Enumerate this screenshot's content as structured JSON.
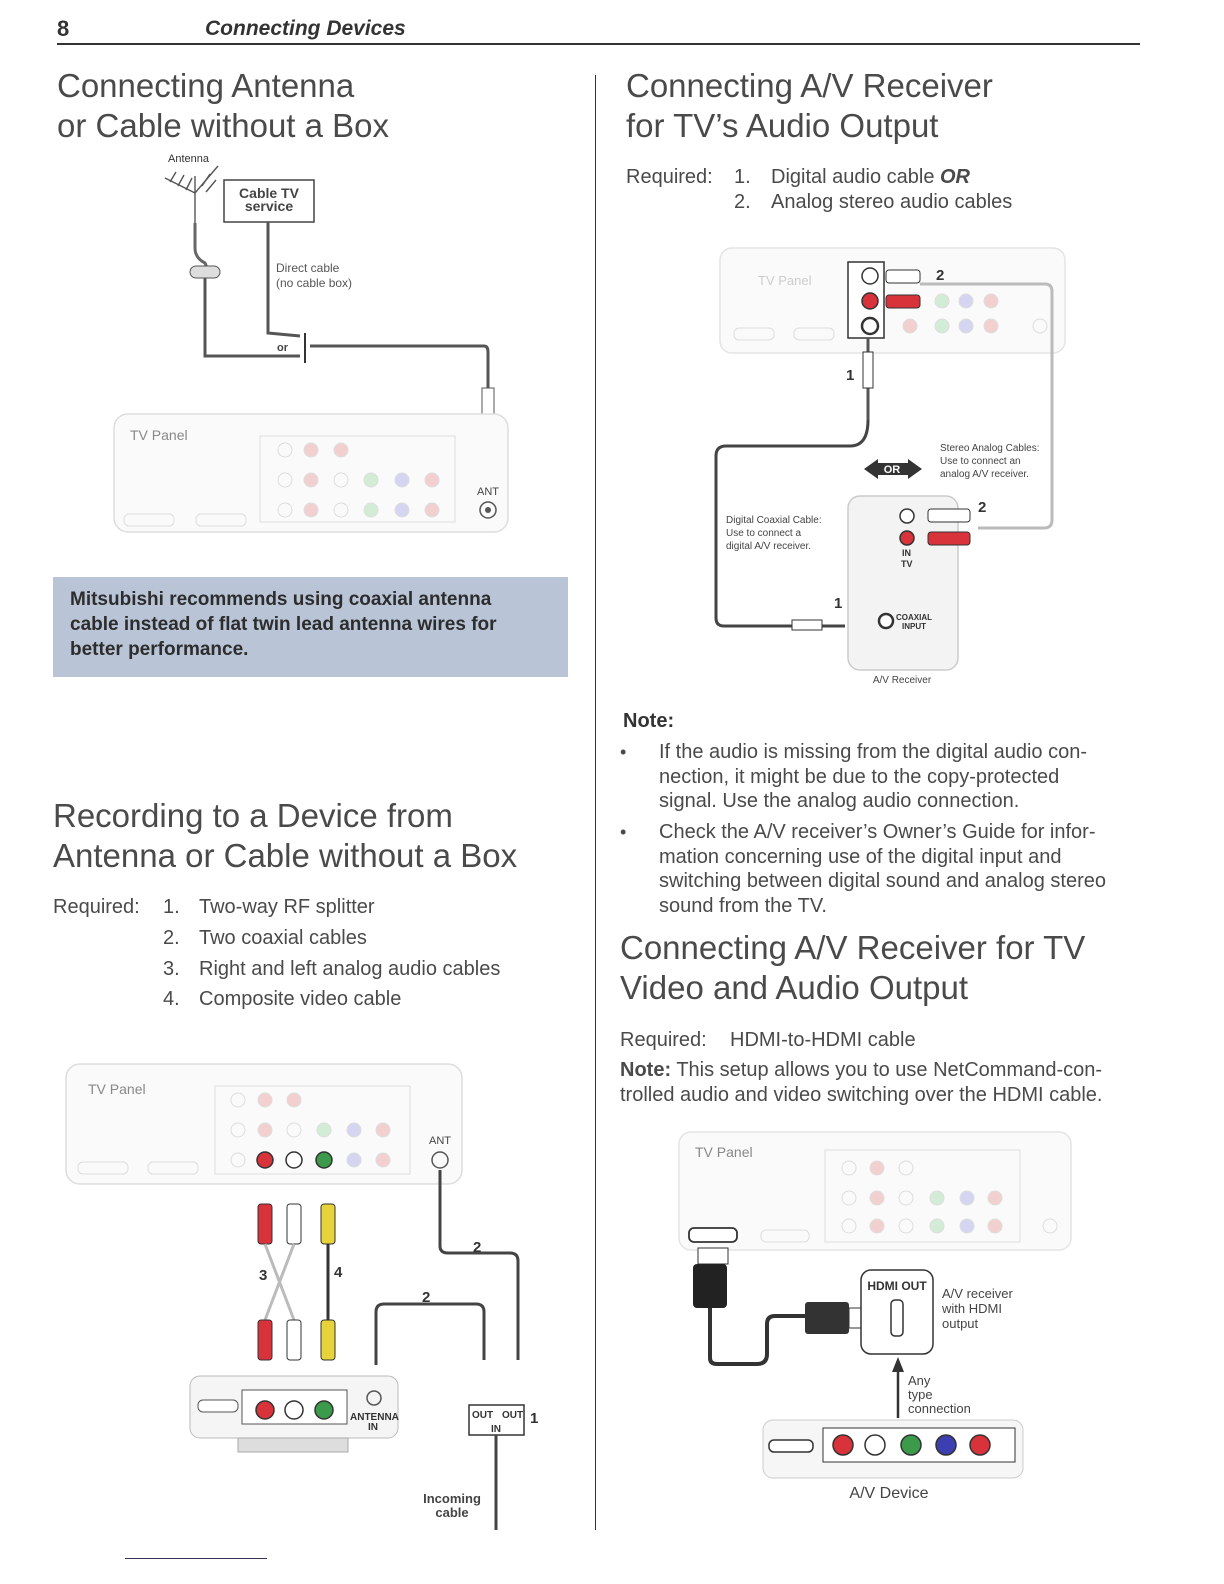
{
  "header": {
    "page_number": "8",
    "section_title": "Connecting Devices"
  },
  "antenna_section": {
    "title_line1": "Connecting Antenna",
    "title_line2": "or Cable without a Box",
    "diagram": {
      "antenna_label": "Antenna",
      "cable_service_line1": "Cable TV",
      "cable_service_line2": "service",
      "direct_cable_line1": "Direct cable",
      "direct_cable_line2": "(no cable box)",
      "or_label": "or",
      "tv_panel_label": "TV Panel",
      "ant_label": "ANT"
    },
    "recommendation": [
      "Mitsubishi recommends using coaxial antenna",
      "cable instead of flat twin lead antenna wires for",
      "better performance."
    ]
  },
  "recording_section": {
    "title_line1": "Recording to a Device from",
    "title_line2": "Antenna or Cable without a Box",
    "required_label": "Required:",
    "items": [
      {
        "num": "1.",
        "text": "Two-way RF splitter"
      },
      {
        "num": "2.",
        "text": "Two coaxial cables"
      },
      {
        "num": "3.",
        "text": "Right and left analog audio cables"
      },
      {
        "num": "4.",
        "text": "Composite video cable"
      }
    ],
    "diagram": {
      "tv_panel_label": "TV Panel",
      "ant_label": "ANT",
      "callout_3": "3",
      "callout_4": "4",
      "callout_2a": "2",
      "callout_2b": "2",
      "callout_1": "1",
      "antenna_in_line1": "ANTENNA",
      "antenna_in_line2": "IN",
      "out_left": "OUT",
      "out_right": "OUT",
      "in_label": "IN",
      "incoming_line1": "Incoming",
      "incoming_line2": "cable"
    }
  },
  "audio_section": {
    "title_line1": "Connecting A/V Receiver",
    "title_line2": "for TV’s Audio Output",
    "required_label": "Required:",
    "items": [
      {
        "num": "1.",
        "text": "Digital audio cable",
        "emphasis": "OR"
      },
      {
        "num": "2.",
        "text": "Analog stereo audio cables"
      }
    ],
    "diagram": {
      "tv_panel_label": "TV Panel",
      "callout_2_top": "2",
      "callout_1_top": "1",
      "or_label": "OR",
      "stereo_note": [
        "Stereo Analog Cables:",
        "Use to connect an",
        "analog A/V receiver."
      ],
      "coax_note": [
        "Digital Coaxial Cable:",
        "Use to connect a",
        "digital A/V receiver."
      ],
      "callout_2_right": "2",
      "callout_1_bottom": "1",
      "in_label": "IN",
      "tv_label": "TV",
      "coaxial_input_line1": "COAXIAL",
      "coaxial_input_line2": "INPUT",
      "receiver_label": "A/V Receiver"
    },
    "note_label": "Note:",
    "notes": [
      [
        "If the audio is missing from the digital audio con-",
        "nection, it might be due to the copy-protected",
        "signal. Use the analog audio connection."
      ],
      [
        "Check the A/V receiver’s Owner’s Guide for infor-",
        "mation concerning use of the digital input and",
        "switching between digital sound and analog stereo",
        "sound from the TV."
      ]
    ]
  },
  "hdmi_section": {
    "title_line1": "Connecting A/V Receiver for TV",
    "title_line2": "Video and Audio Output",
    "required_label": "Required:",
    "required_text": "HDMI-to-HDMI cable",
    "note_label": "Note:",
    "note_line1": "This setup allows you to use NetCommand-con-",
    "note_line2": "trolled audio and video switching over the HDMI cable.",
    "diagram": {
      "tv_panel_label": "TV Panel",
      "hdmi_out_label": "HDMI OUT",
      "receiver_desc": [
        "A/V receiver",
        "with HDMI",
        "output"
      ],
      "any_type": [
        "Any",
        "type",
        "connection"
      ],
      "device_label": "A/V Device"
    }
  },
  "colors": {
    "callout_box": "#b9c5d6",
    "rca_red": "#d8323a",
    "rca_green": "#3b9b4a",
    "rca_blue": "#3b3fb0",
    "rca_yellow": "#e8d23a"
  }
}
